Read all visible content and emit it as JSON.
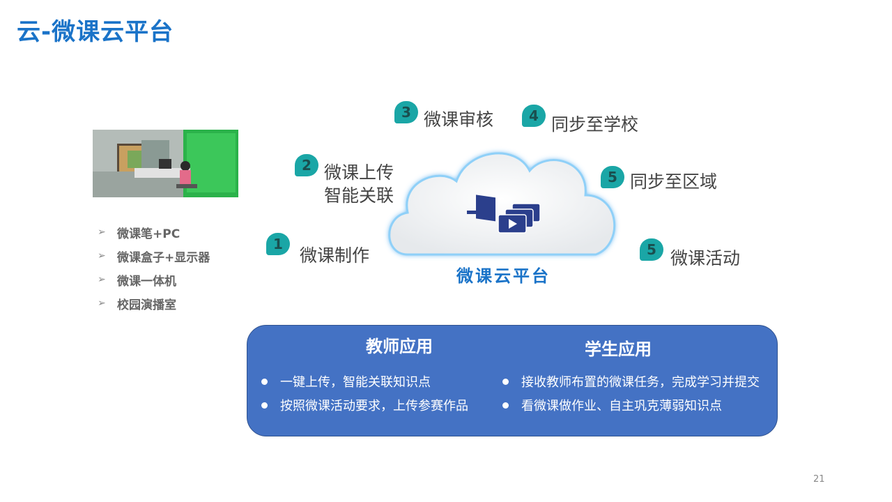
{
  "title": "云-微课云平台",
  "devices": [
    "微课笔+PC",
    "微课盒子+显示器",
    "微课一体机",
    "校园演播室"
  ],
  "steps": [
    {
      "num": "1",
      "label": "微课制作"
    },
    {
      "num": "2",
      "label": "微课上传\n智能关联"
    },
    {
      "num": "3",
      "label": "微课审核"
    },
    {
      "num": "4",
      "label": "同步至学校"
    },
    {
      "num": "5",
      "label": "同步至区域"
    },
    {
      "num": "5",
      "label": "微课活动"
    }
  ],
  "cloud_label": "微课云平台",
  "teacher": {
    "heading": "教师应用",
    "items": [
      "一键上传，智能关联知识点",
      "按照微课活动要求，上传参赛作品"
    ]
  },
  "student": {
    "heading": "学生应用",
    "items": [
      "接收教师布置的微课任务，完成学习并提交",
      "看微课做作业、自主巩克薄弱知识点"
    ]
  },
  "page_number": "21",
  "colors": {
    "accent": "#1a73c8",
    "badge": "#1aa6a6",
    "panel": "#4472c4"
  }
}
